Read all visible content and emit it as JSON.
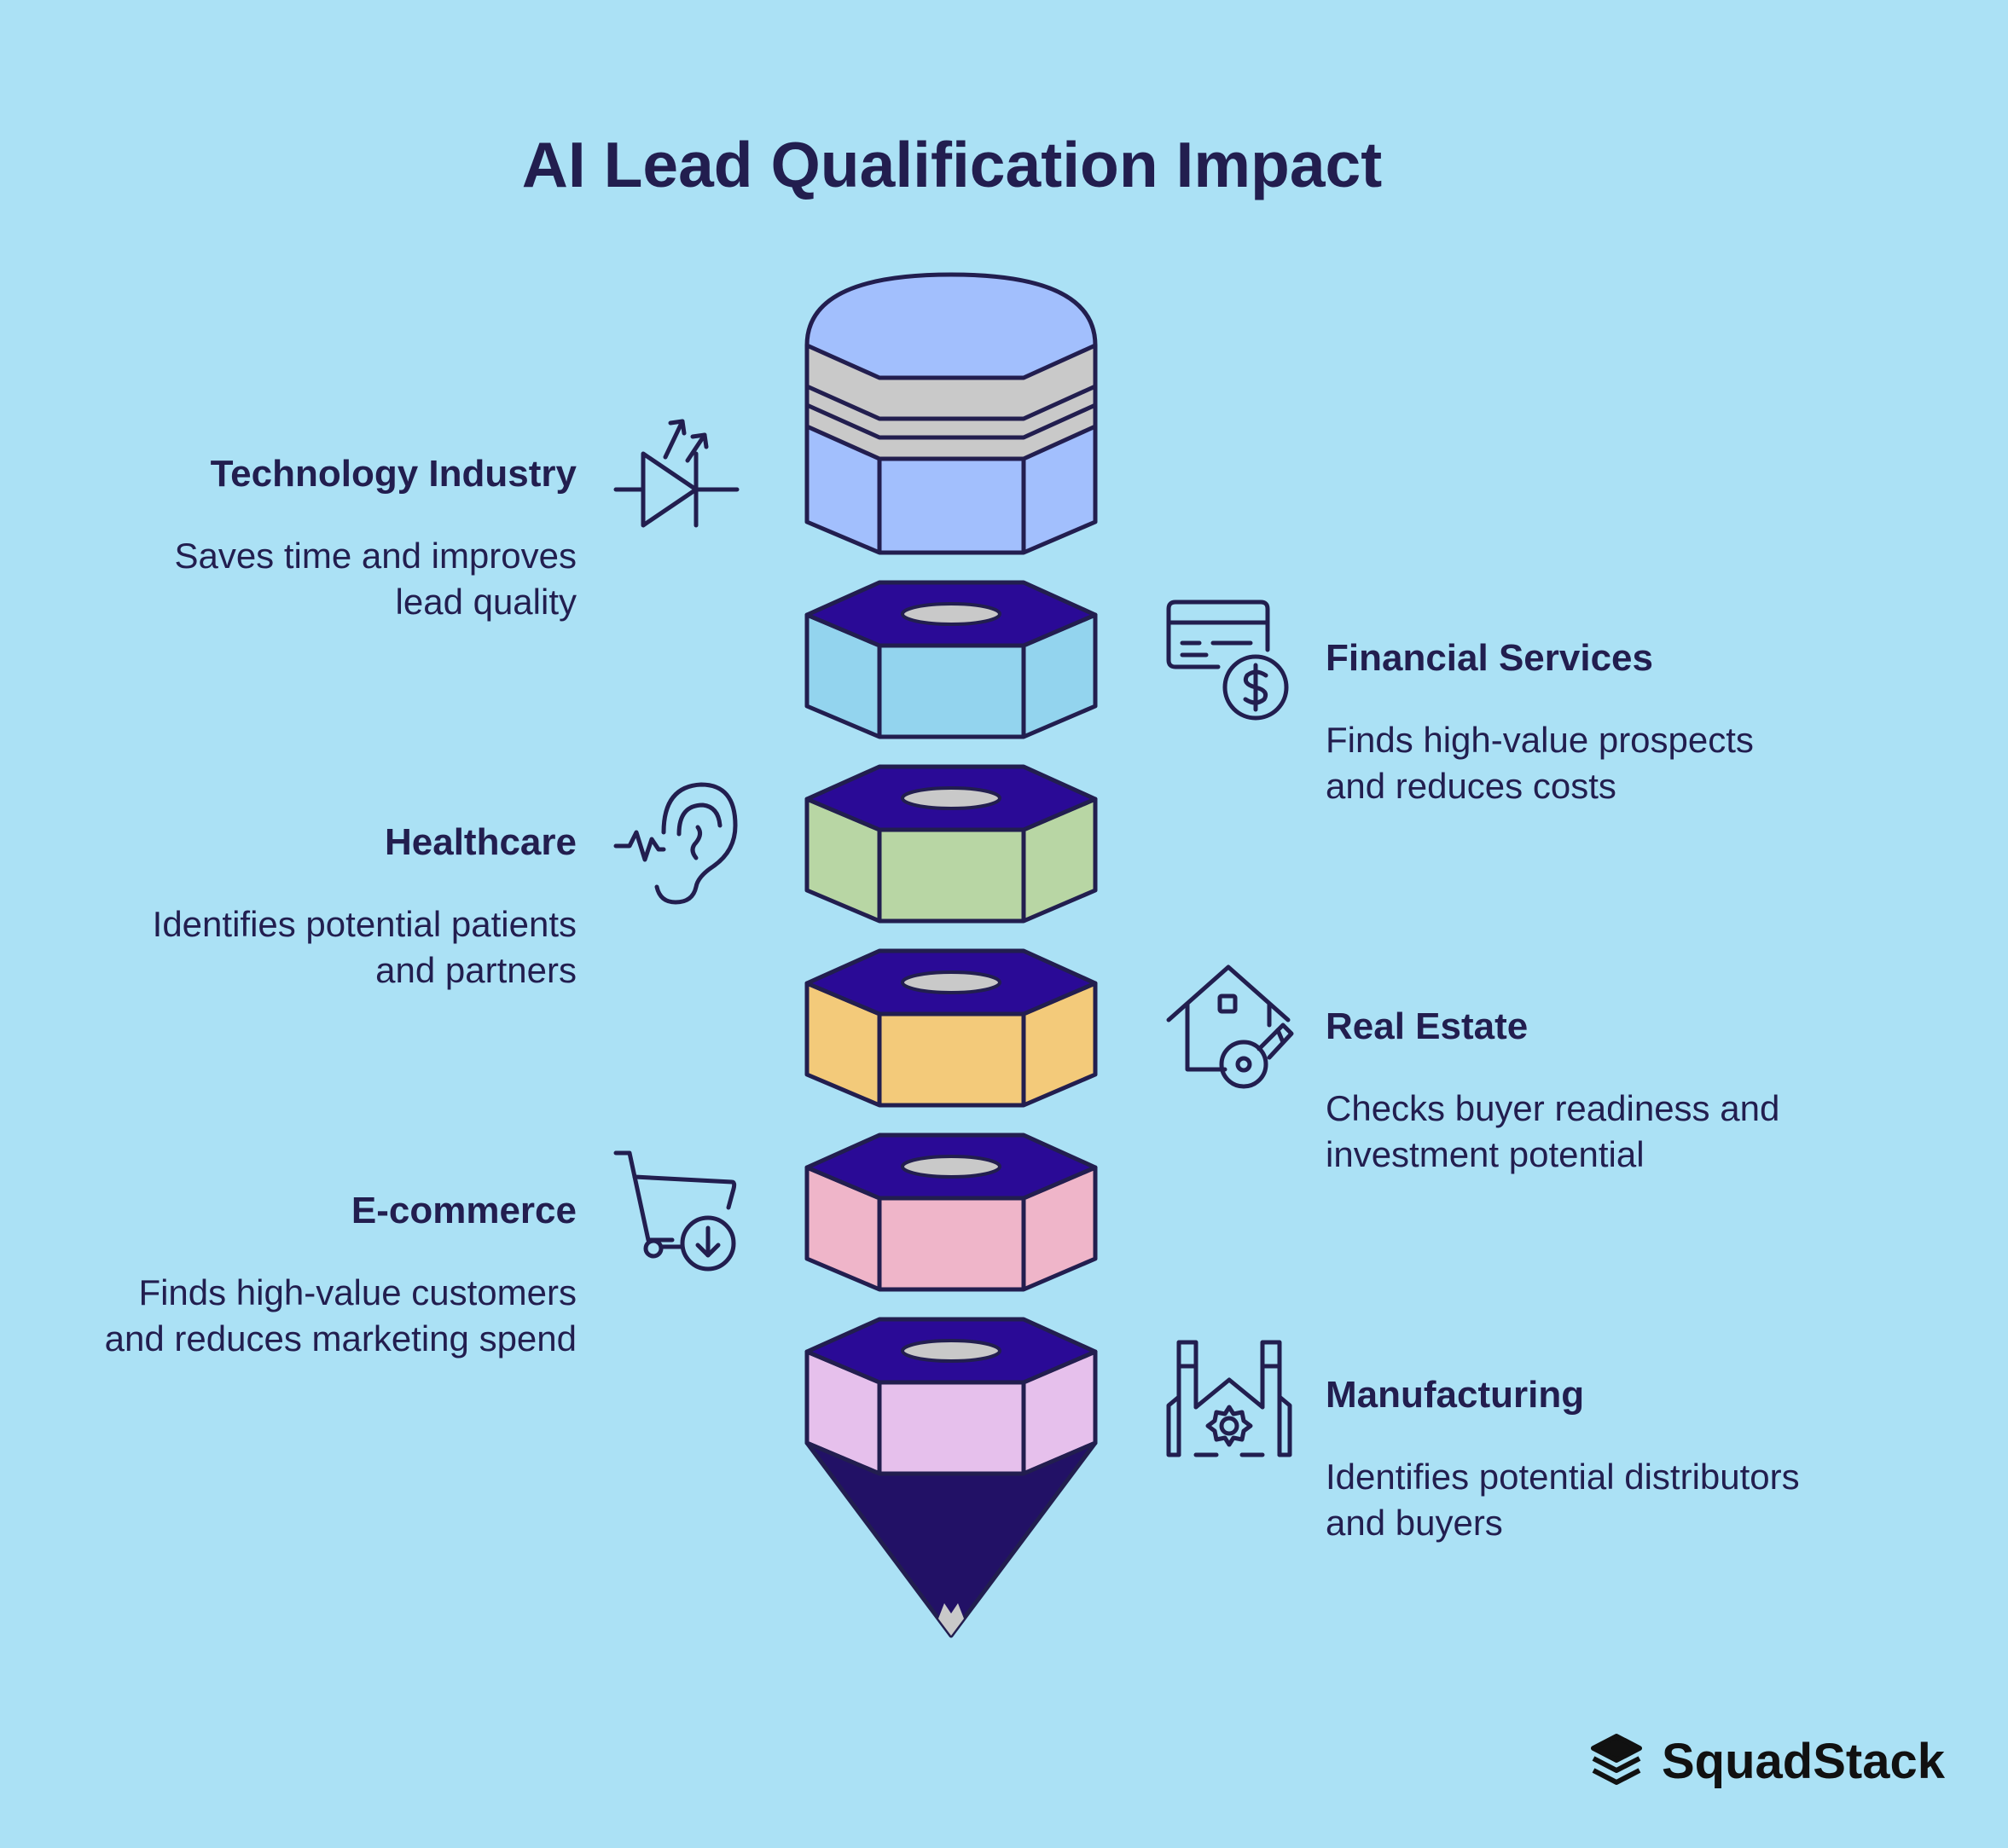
{
  "title": "AI Lead Qualification Impact",
  "colors": {
    "background": "#ABE1F5",
    "outline": "#221E4F",
    "cap": "#A2BFFD",
    "ferrule": "#C9C9C9",
    "nut_top": "#2A0A96",
    "hole": "#C9C9C9",
    "tip": "#221166"
  },
  "segments": [
    {
      "name": "financial",
      "color": "#93D4EE"
    },
    {
      "name": "healthcare",
      "color": "#B8D6A4"
    },
    {
      "name": "real-estate",
      "color": "#F3CA7A"
    },
    {
      "name": "ecommerce",
      "color": "#EFB5C9"
    },
    {
      "name": "manufacturing",
      "color": "#E6C0EC"
    }
  ],
  "industries": {
    "technology": {
      "title": "Technology Industry",
      "desc_line1": "Saves time and improves",
      "desc_line2": "lead quality",
      "icon": "diode-icon"
    },
    "financial": {
      "title": "Financial Services",
      "desc_line1": "Finds high-value prospects",
      "desc_line2": "and reduces costs",
      "icon": "credit-card-dollar-icon"
    },
    "healthcare": {
      "title": "Healthcare",
      "desc_line1": "Identifies potential patients",
      "desc_line2": "and partners",
      "icon": "ear-icon"
    },
    "real_estate": {
      "title": "Real Estate",
      "desc_line1": "Checks buyer readiness and",
      "desc_line2": "investment potential",
      "icon": "house-key-icon"
    },
    "ecommerce": {
      "title": "E-commerce",
      "desc_line1": "Finds high-value customers",
      "desc_line2": "and reduces marketing spend",
      "icon": "cart-download-icon"
    },
    "manufacturing": {
      "title": "Manufacturing",
      "desc_line1": "Identifies potential distributors",
      "desc_line2": "and buyers",
      "icon": "factory-gear-icon"
    }
  },
  "logo": {
    "text": "SquadStack",
    "icon": "stack-layers-icon"
  }
}
